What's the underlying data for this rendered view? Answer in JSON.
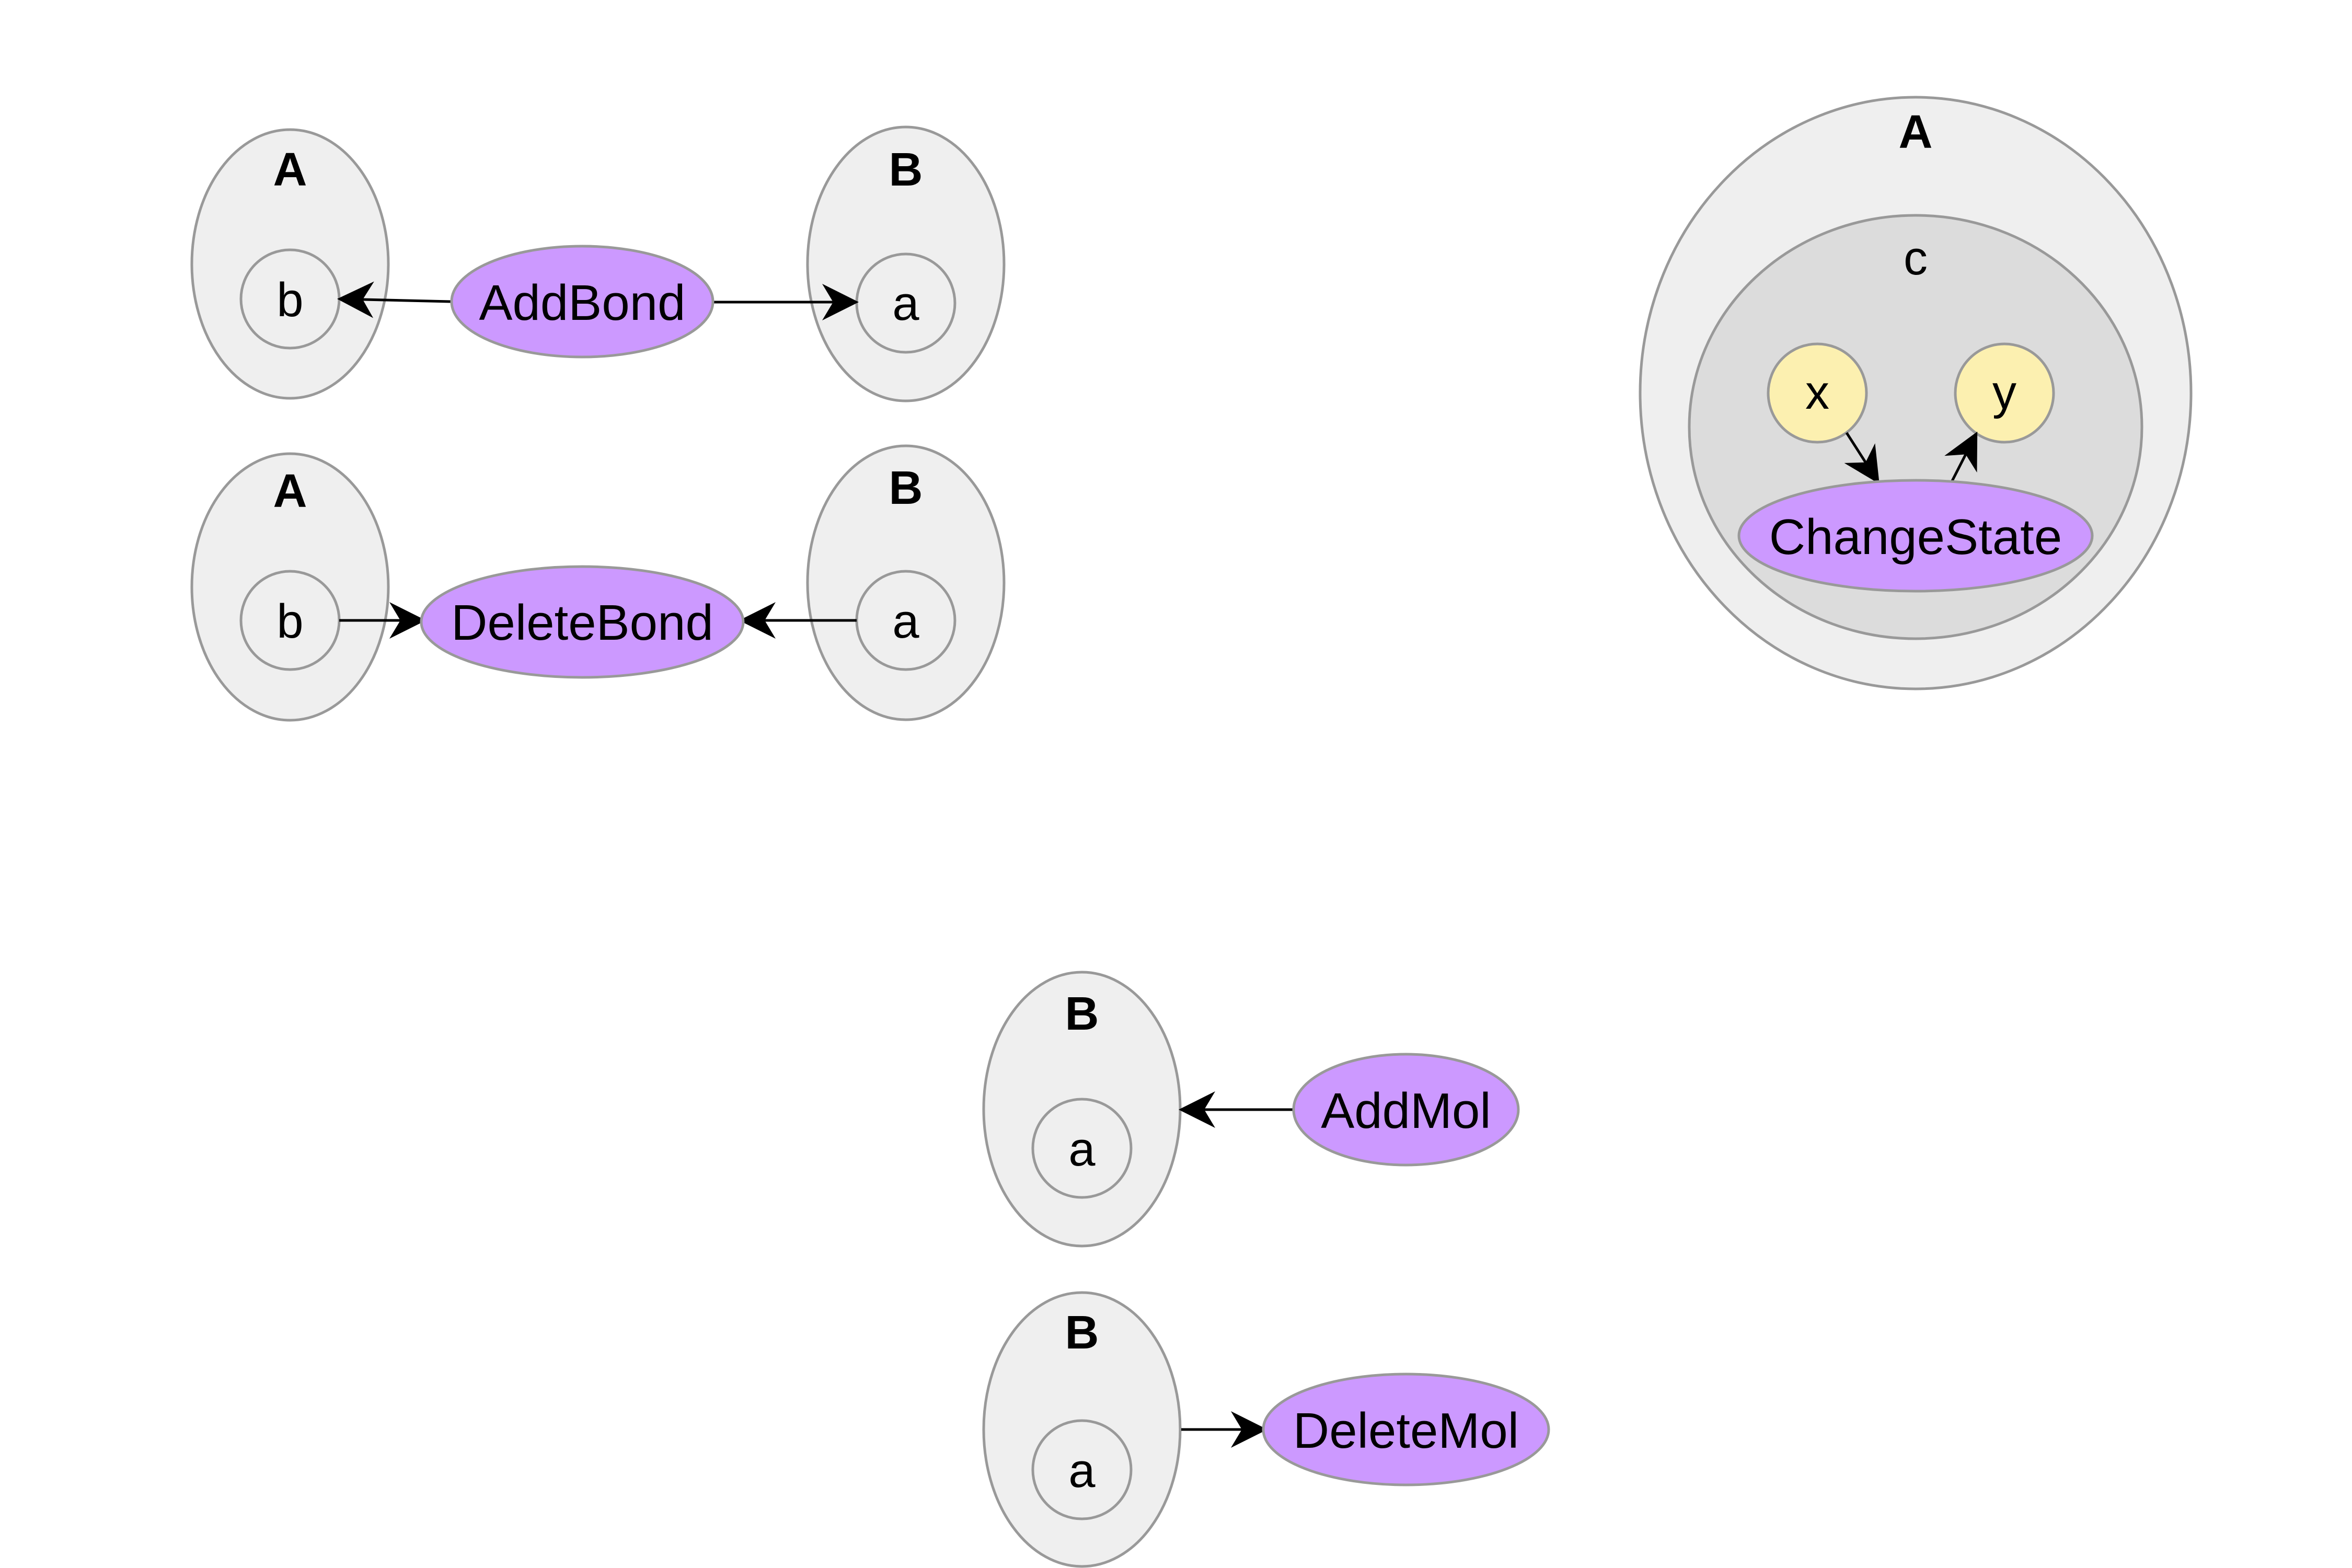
{
  "colors": {
    "rule_fill": "#cc99ff",
    "container_fill": "#efefef",
    "compartment_fill": "#dcdcdc",
    "state_fill": "#fcf0b0",
    "stroke": "#999999",
    "edge": "#000000"
  },
  "add_bond": {
    "left_container": "A",
    "left_site": "b",
    "rule": "AddBond",
    "right_container": "B",
    "right_site": "a"
  },
  "delete_bond": {
    "left_container": "A",
    "left_site": "b",
    "rule": "DeleteBond",
    "right_container": "B",
    "right_site": "a"
  },
  "change_state": {
    "outer_container": "A",
    "inner_compartment": "c",
    "state_from": "x",
    "state_to": "y",
    "rule": "ChangeState"
  },
  "add_mol": {
    "container": "B",
    "site": "a",
    "rule": "AddMol"
  },
  "delete_mol": {
    "container": "B",
    "site": "a",
    "rule": "DeleteMol"
  }
}
